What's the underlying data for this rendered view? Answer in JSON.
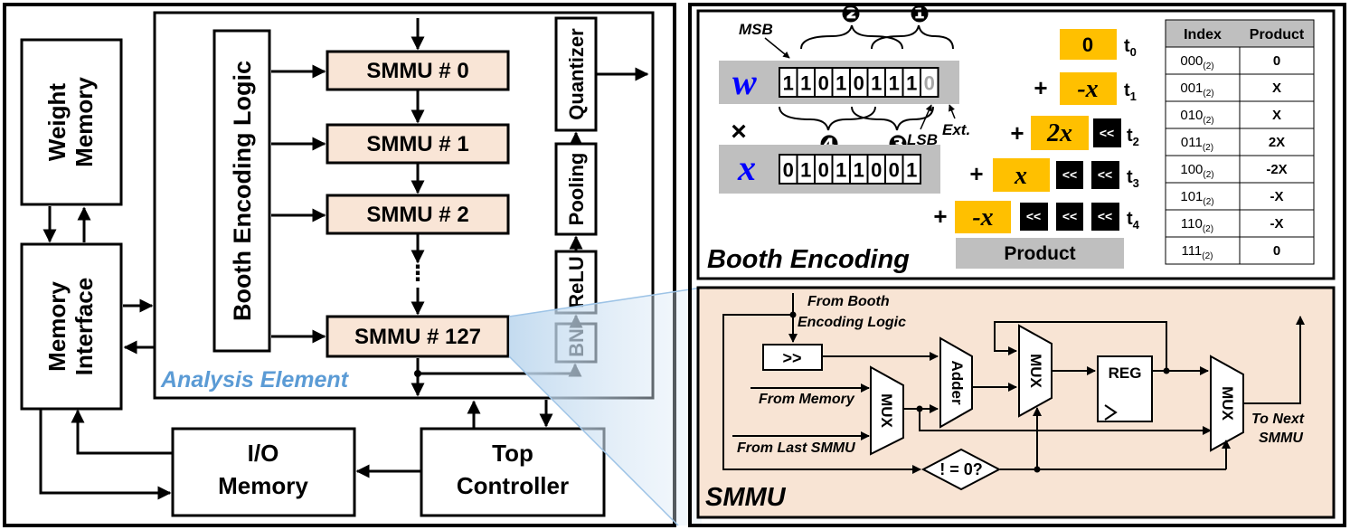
{
  "left": {
    "weight_memory": [
      "Weight",
      "Memory"
    ],
    "memory_interface": [
      "Memory",
      "Interface"
    ],
    "io_memory": [
      "I/O",
      "Memory"
    ],
    "top_controller": [
      "Top",
      "Controller"
    ],
    "booth_logic": "Booth Encoding Logic",
    "smmu_blocks": [
      "SMMU # 0",
      "SMMU # 1",
      "SMMU # 2",
      "SMMU # 127"
    ],
    "ellipsis": "⋮",
    "pipeline": [
      "Quantizer",
      "Pooling",
      "ReLU",
      "BN"
    ],
    "analysis_element": "Analysis Element"
  },
  "booth": {
    "title": "Booth Encoding",
    "msb": "MSB",
    "lsb": "LSB",
    "ext": "Ext.",
    "w_symbol": "w",
    "x_symbol": "x",
    "times": "×",
    "w_bits": [
      "1",
      "1",
      "0",
      "1",
      "0",
      "1",
      "1",
      "1",
      "0"
    ],
    "x_bits": [
      "0",
      "1",
      "0",
      "1",
      "1",
      "0",
      "0",
      "1"
    ],
    "group_numbers": [
      "❷",
      "❶",
      "❹",
      "❸"
    ],
    "plus": "+",
    "shift": "<<",
    "terms": [
      {
        "label": "0",
        "time": "t",
        "sub": "0"
      },
      {
        "label": "-x",
        "time": "t",
        "sub": "1"
      },
      {
        "label": "2x",
        "time": "t",
        "sub": "2"
      },
      {
        "label": "x",
        "time": "t",
        "sub": "3"
      },
      {
        "label": "-x",
        "time": "t",
        "sub": "4"
      }
    ],
    "product_label": "Product",
    "table": {
      "headers": [
        "Index",
        "Product"
      ],
      "rows": [
        {
          "index": "000",
          "base": "(2)",
          "product": "0"
        },
        {
          "index": "001",
          "base": "(2)",
          "product": "X"
        },
        {
          "index": "010",
          "base": "(2)",
          "product": "X"
        },
        {
          "index": "011",
          "base": "(2)",
          "product": "2X"
        },
        {
          "index": "100",
          "base": "(2)",
          "product": "-2X"
        },
        {
          "index": "101",
          "base": "(2)",
          "product": "-X"
        },
        {
          "index": "110",
          "base": "(2)",
          "product": "-X"
        },
        {
          "index": "111",
          "base": "(2)",
          "product": "0"
        }
      ]
    }
  },
  "smmu": {
    "title": "SMMU",
    "from_booth": [
      "From Booth",
      "Encoding Logic"
    ],
    "from_memory": "From Memory",
    "from_last": "From Last SMMU",
    "shift": ">>",
    "mux": "MUX",
    "adder": "Adder",
    "reg": "REG",
    "neq": "! = 0?",
    "to_next": [
      "To Next",
      "SMMU"
    ]
  },
  "colors": {
    "smmu_fill": "#f9e5d6",
    "panel_fill": "#f8e4d4",
    "analysis_text": "#5b9bd5",
    "gray": "#bfbfbf",
    "orange": "#ffc000",
    "blue_symbol": "#0000ff"
  }
}
